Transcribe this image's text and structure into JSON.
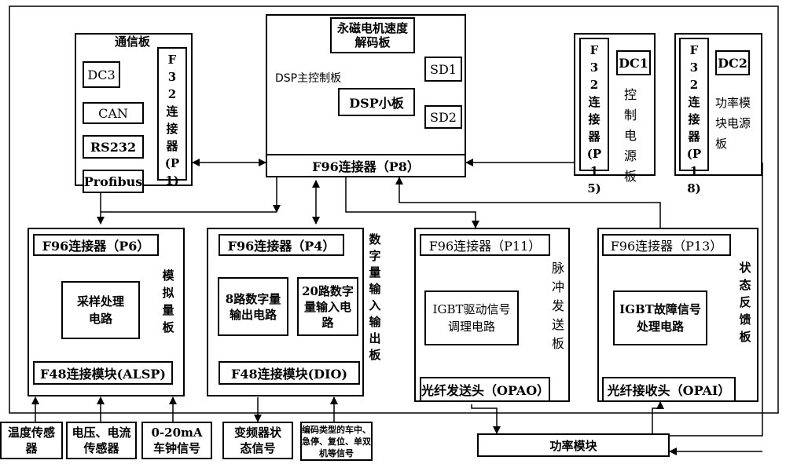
{
  "outer_frame": {
    "stroke": "#000000"
  },
  "boards": {
    "comm": {
      "title": "通信板",
      "items": [
        "DC3",
        "CAN",
        "RS232",
        "Profibus"
      ],
      "connector": "F32连接器(P1)"
    },
    "dsp": {
      "title": "DSP主控制板",
      "motor_decoder": "永磁电机速度解码板",
      "sd1": "SD1",
      "sd2": "SD2",
      "dsp_small": "DSP小板",
      "connector": "F96连接器（P8）"
    },
    "ctrl_power": {
      "connector": "F32连接器(P15)",
      "dc": "DC1",
      "label": "控制电源板"
    },
    "power_module_supply": {
      "connector": "F32连接器(P18)",
      "dc": "DC2",
      "label": "功率模块电源板"
    },
    "analog": {
      "connector": "F96连接器（P6）",
      "circuit": "采样处理电路",
      "module": "F48连接模块(ALSP)",
      "label": "模拟量板"
    },
    "digital": {
      "connector": "F96连接器（P4）",
      "out_circuit": "8路数字量输出电路",
      "in_circuit": "20路数字量输入电路",
      "module": "F48连接模块(DIO)",
      "label": "数字量输入输出板"
    },
    "pulse": {
      "connector": "F96连接器（P11）",
      "circuit": "IGBT驱动信号调理电路",
      "head": "光纤发送头（OPAO）",
      "label": "脉冲发送板"
    },
    "status": {
      "connector": "F96连接器（P13）",
      "circuit": "IGBT故障信号处理电路",
      "head": "光纤接收头（OPAI）",
      "label": "状态反馈板"
    }
  },
  "inputs": {
    "temp": "温度传感器",
    "vi": "电压、电流传感器",
    "ma": "0-20mA车钟信号",
    "inverter": "变频器状态信号",
    "encoder": "编码类型的车中、急停、复位、单双机等信号"
  },
  "power_module": "功率模块"
}
